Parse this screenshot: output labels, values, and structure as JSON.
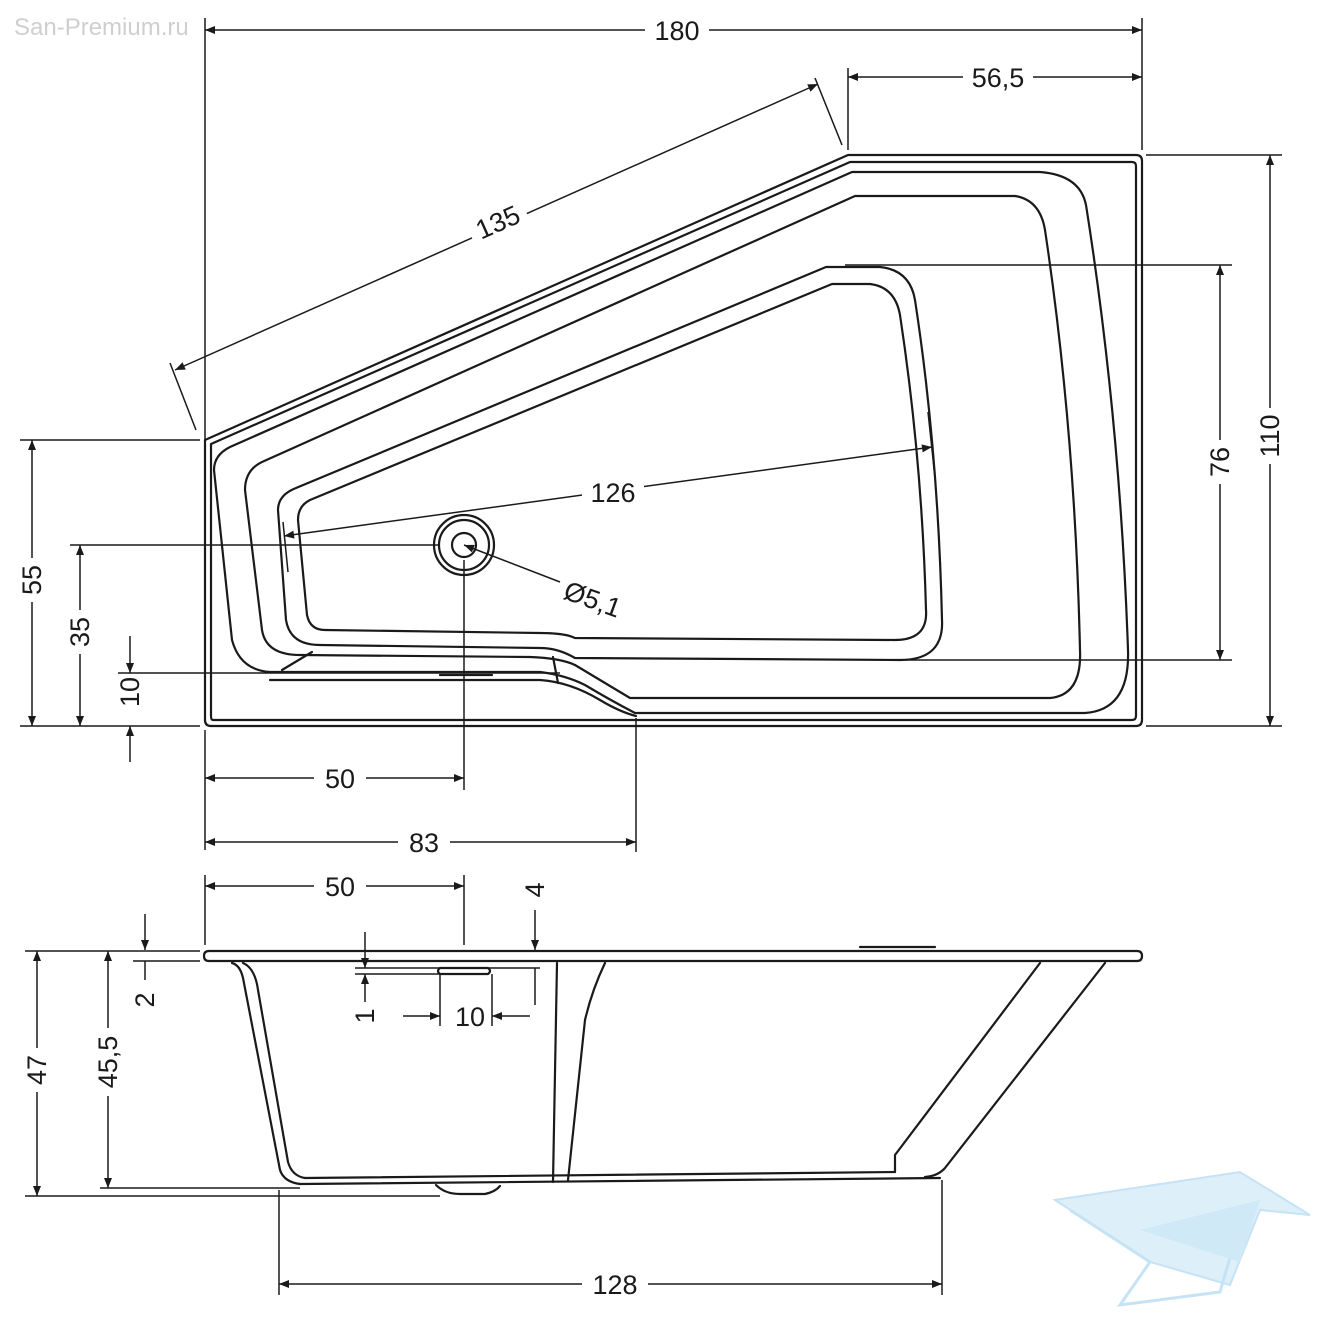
{
  "watermark": "San-Premium.ru",
  "top_view": {
    "dim_total_width": "180",
    "dim_right_segment": "56,5",
    "dim_slanted_edge": "135",
    "dim_total_depth": "110",
    "dim_inner_depth": "76",
    "dim_inner_length": "126",
    "dim_drain_diameter": "Ø5,1",
    "dim_left_height": "55",
    "dim_drain_height": "35",
    "dim_step_height": "10",
    "dim_drain_offset": "50",
    "dim_step_offset": "83"
  },
  "side_view": {
    "dim_drain_offset": "50",
    "dim_overflow": "4",
    "dim_rim": "2",
    "dim_slot_height": "1",
    "dim_slot_width": "10",
    "dim_total_height": "47",
    "dim_inner_height": "45,5",
    "dim_bottom_length": "128"
  },
  "colors": {
    "line": "#1a1a1a",
    "logo": "#bcdff3"
  },
  "icons": {
    "logo": "bathtub-logo-icon"
  }
}
